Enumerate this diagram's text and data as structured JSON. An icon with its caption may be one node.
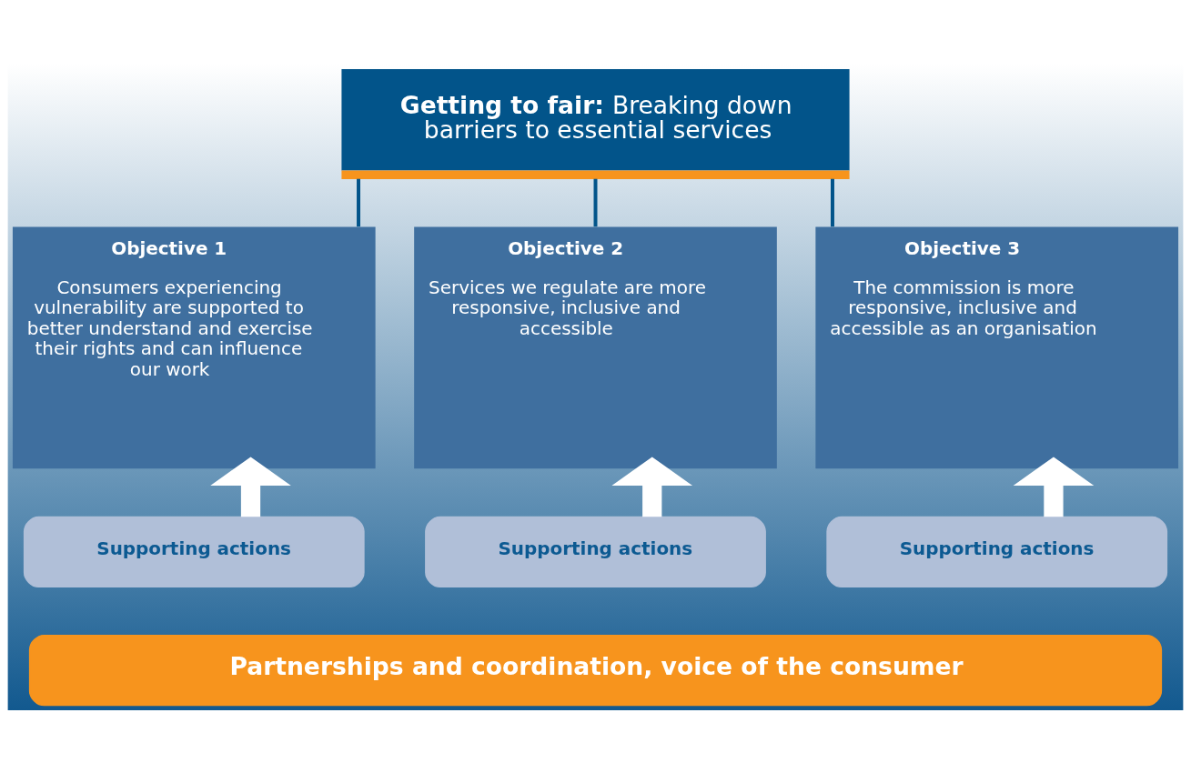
{
  "diagram": {
    "nodes": [
      {
        "text": [
          "**Getting to fair:** Breaking down barriers to essential services"
        ]
      },
      {
        "text": [
          "Objective 1",
          "Consumers experiencing vulnerability are supported to better understand and exercise their rights and can influence our work"
        ]
      },
      {
        "text": [
          "Objective 2",
          "Services we regulate are more responsive, inclusive and accessible"
        ]
      },
      {
        "text": [
          "Objective 3",
          "The commission is more responsive, inclusive and accessible as an organisation"
        ]
      },
      {
        "text": [
          "Supporting actions"
        ]
      },
      {
        "text": [
          "Supporting actions"
        ]
      },
      {
        "text": [
          "Supporting actions"
        ]
      },
      {
        "text": [
          "Partnerships and coordination, voice of the consumer"
        ]
      }
    ],
    "edges": [
      {
        "from": 0,
        "to": 1,
        "arrow": "none"
      },
      {
        "from": 0,
        "to": 2,
        "arrow": "none"
      },
      {
        "from": 0,
        "to": 3,
        "arrow": "none"
      },
      {
        "from": 4,
        "to": 1,
        "arrow": "to",
        "style": "thick",
        "color": "#ffffff"
      },
      {
        "from": 5,
        "to": 2,
        "arrow": "to",
        "style": "thick",
        "color": "#ffffff"
      },
      {
        "from": 6,
        "to": 3,
        "arrow": "to",
        "style": "thick",
        "color": "#ffffff"
      }
    ]
  }
}
